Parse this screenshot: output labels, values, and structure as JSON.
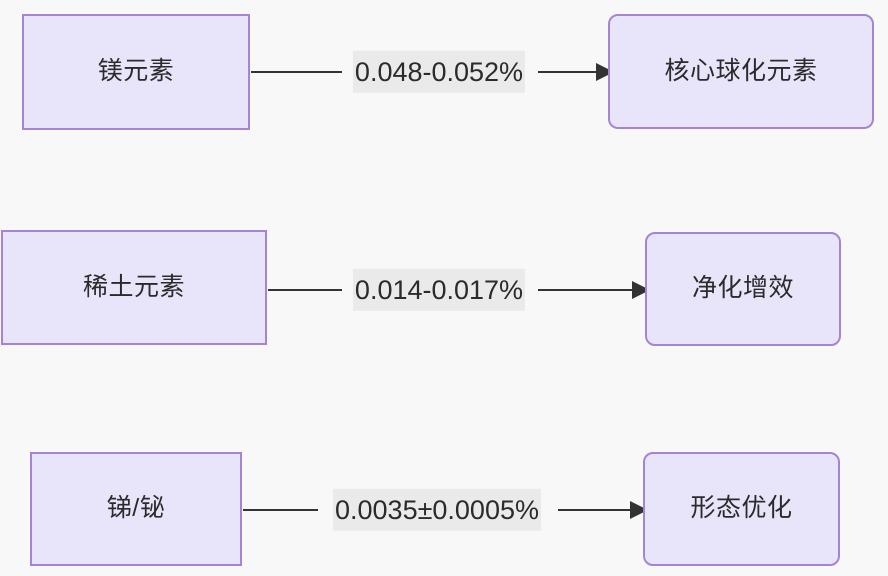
{
  "diagram": {
    "type": "flowchart",
    "direction": "left-to-right",
    "background_color": "#f8f8f8",
    "node_fill_color": "#e8e5fb",
    "node_border_color": "#a684d4",
    "edge_color": "#333333",
    "label_background_color": "#eaeaea",
    "text_color": "#2b2b2b",
    "rows": [
      {
        "source_label": "镁元素",
        "edge_label": "0.048-0.052%",
        "target_label": "核心球化元素"
      },
      {
        "source_label": "稀土元素",
        "edge_label": "0.014-0.017%",
        "target_label": "净化增效"
      },
      {
        "source_label": "锑/铋",
        "edge_label": "0.0035±0.0005%",
        "target_label": "形态优化"
      }
    ]
  }
}
